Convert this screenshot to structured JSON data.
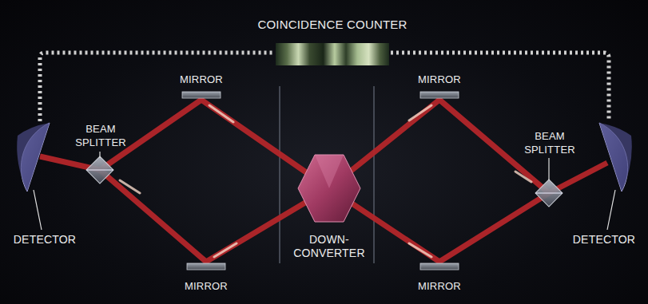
{
  "diagram": {
    "labels": [
      "COINCIDENCE COUNTER",
      "BEAM SPLITTER",
      "MIRROR",
      "MIRROR",
      "BEAM SPLITTER",
      "DETECTOR",
      "DOWN-CONVERTER",
      "DETECTOR",
      "MIRROR",
      "MIRROR"
    ]
  }
}
